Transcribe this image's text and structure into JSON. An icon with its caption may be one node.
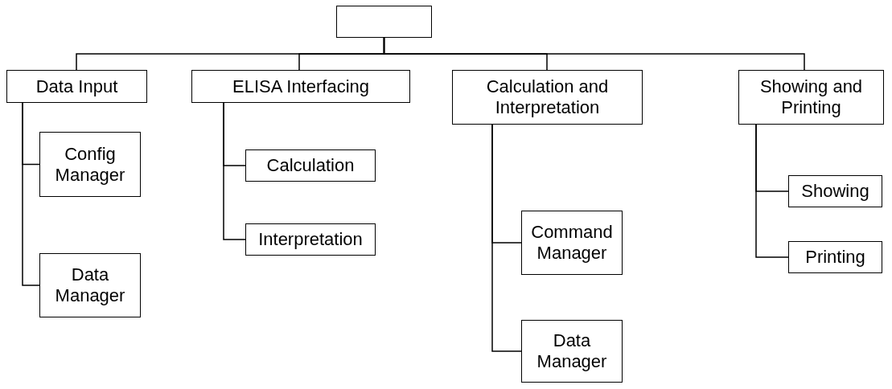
{
  "diagram": {
    "nodes": [
      {
        "text": [],
        "shape": "box"
      },
      {
        "text": [
          "Data Input"
        ]
      },
      {
        "text": [
          "ELISA Interfacing"
        ]
      },
      {
        "text": [
          "Calculation and Interpretation"
        ]
      },
      {
        "text": [
          "Showing and Printing"
        ]
      },
      {
        "text": [
          "Config Manager"
        ]
      },
      {
        "text": [
          "Data Manager"
        ]
      },
      {
        "text": [
          "Calculation"
        ]
      },
      {
        "text": [
          "Interpretation"
        ]
      },
      {
        "text": [
          "Command Manager"
        ]
      },
      {
        "text": [
          "Data Manager"
        ]
      },
      {
        "text": [
          "Showing"
        ]
      },
      {
        "text": [
          "Printing"
        ]
      }
    ],
    "edges": [
      {
        "from": 0,
        "to": 1,
        "arrow": "none"
      },
      {
        "from": 0,
        "to": 2,
        "arrow": "none"
      },
      {
        "from": 0,
        "to": 3,
        "arrow": "none"
      },
      {
        "from": 0,
        "to": 4,
        "arrow": "none"
      },
      {
        "from": 1,
        "to": 5,
        "arrow": "none"
      },
      {
        "from": 1,
        "to": 6,
        "arrow": "none"
      },
      {
        "from": 2,
        "to": 7,
        "arrow": "none"
      },
      {
        "from": 2,
        "to": 8,
        "arrow": "none"
      },
      {
        "from": 3,
        "to": 9,
        "arrow": "none"
      },
      {
        "from": 3,
        "to": 10,
        "arrow": "none"
      },
      {
        "from": 4,
        "to": 11,
        "arrow": "none"
      },
      {
        "from": 4,
        "to": 12,
        "arrow": "none"
      }
    ]
  }
}
